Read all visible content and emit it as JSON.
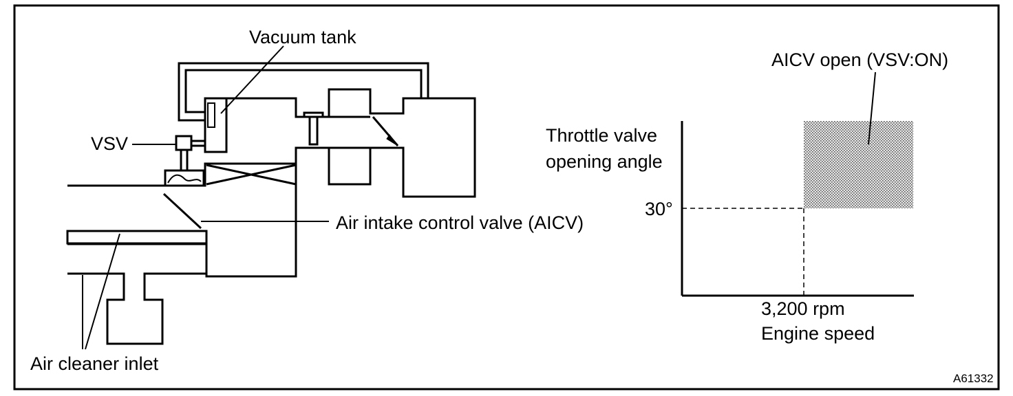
{
  "labels": {
    "vacuum_tank": "Vacuum tank",
    "vsv": "VSV",
    "aicv": "Air intake control valve (AICV)",
    "air_cleaner_inlet": "Air cleaner inlet",
    "aicv_open": "AICV open (VSV:ON)",
    "y_axis_line1": "Throttle  valve",
    "y_axis_line2": "opening angle",
    "y_tick": "30°",
    "x_tick": "3,200 rpm",
    "x_axis": "Engine speed",
    "figure_code": "A61332"
  },
  "graph": {
    "x_threshold": "3,200 rpm",
    "y_threshold": "30°",
    "region": "AICV open (VSV:ON)"
  }
}
